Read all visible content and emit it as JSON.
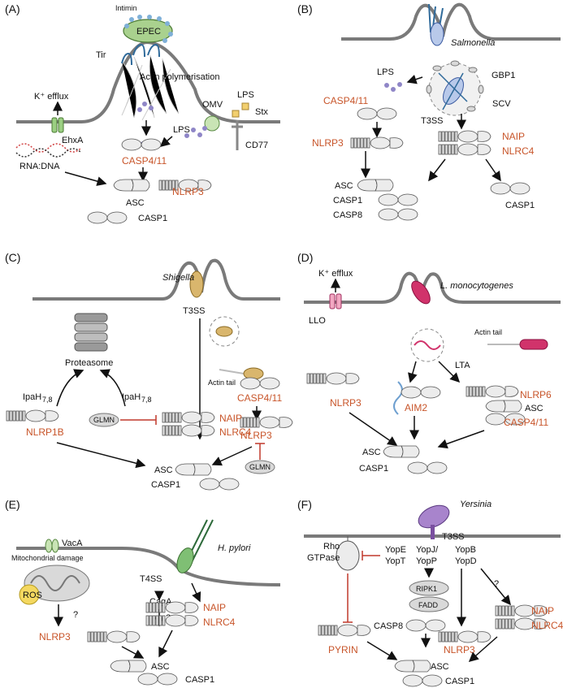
{
  "panels": {
    "a": {
      "letter": "(A)",
      "intimin": "Intimin",
      "epec": "EPEC",
      "tir": "Tir",
      "actin": "Actin polymerisation",
      "lps_top": "LPS",
      "stx": "Stx",
      "k_efflux": "K⁺ efflux",
      "ehxa": "EhxA",
      "omv": "OMV",
      "lps": "LPS",
      "cd77": "CD77",
      "casp411": "CASP4/11",
      "rnadna": "RNA:DNA",
      "asc": "ASC",
      "nlrp3": "NLRP3",
      "casp1": "CASP1"
    },
    "b": {
      "letter": "(B)",
      "salmonella": "Salmonella",
      "lps": "LPS",
      "gbp1": "GBP1",
      "casp411": "CASP4/11",
      "scv": "SCV",
      "t3ss": "T3SS",
      "nlrp3": "NLRP3",
      "naip": "NAIP",
      "nlrc4": "NLRC4",
      "asc": "ASC",
      "casp1a": "CASP1",
      "casp8": "CASP8",
      "casp1b": "CASP1"
    },
    "c": {
      "letter": "(C)",
      "shigella": "Shigella",
      "t3ss": "T3SS",
      "proteasome": "Proteasome",
      "actin_tail": "Actin tail",
      "ipah_left": "IpaH",
      "ipah_right": "IpaH",
      "ipah_sub": "7,8",
      "casp411": "CASP4/11",
      "glmn1": "GLMN",
      "naip": "NAIP",
      "nlrc4": "NLRC4",
      "nlrp1b": "NLRP1B",
      "nlrp3": "NLRP3",
      "asc": "ASC",
      "casp1": "CASP1",
      "glmn2": "GLMN"
    },
    "d": {
      "letter": "(D)",
      "k_efflux": "K⁺ efflux",
      "listeria": "L. monocytogenes",
      "llo": "LLO",
      "actin_tail": "Actin tail",
      "lta": "LTA",
      "nlrp3": "NLRP3",
      "aim2": "AIM2",
      "nlrp6": "NLRP6",
      "asc_r": "ASC",
      "casp411": "CASP4/11",
      "asc": "ASC",
      "casp1": "CASP1"
    },
    "e": {
      "letter": "(E)",
      "vaca": "VacA",
      "hpylori": "H. pylori",
      "mito": "Mitochondrial damage",
      "ros": "ROS",
      "t4ss": "T4SS",
      "caga": "CagA",
      "q1": "?",
      "q2": "?",
      "nlrp3": "NLRP3",
      "naip": "NAIP",
      "nlrc4": "NLRC4",
      "asc": "ASC",
      "casp1": "CASP1"
    },
    "f": {
      "letter": "(F)",
      "yersinia": "Yersinia",
      "t3ss": "T3SS",
      "rho": "Rho",
      "gtpase": "GTPase",
      "yope": "YopE",
      "yopt": "YopT",
      "yopj": "YopJ/",
      "yopp": "YopP",
      "yopb": "YopB",
      "yopd": "YopD",
      "ripk1": "RIPK1",
      "fadd": "FADD",
      "q": "?",
      "casp8": "CASP8",
      "pyrin": "PYRIN",
      "nlrp3": "NLRP3",
      "naip": "NAIP",
      "nlrc4": "NLRC4",
      "asc": "ASC",
      "casp1": "CASP1"
    }
  },
  "colors": {
    "highlight_text": "#c8552a",
    "inhibition": "#c0392b",
    "membrane": "#7a7a7a"
  }
}
